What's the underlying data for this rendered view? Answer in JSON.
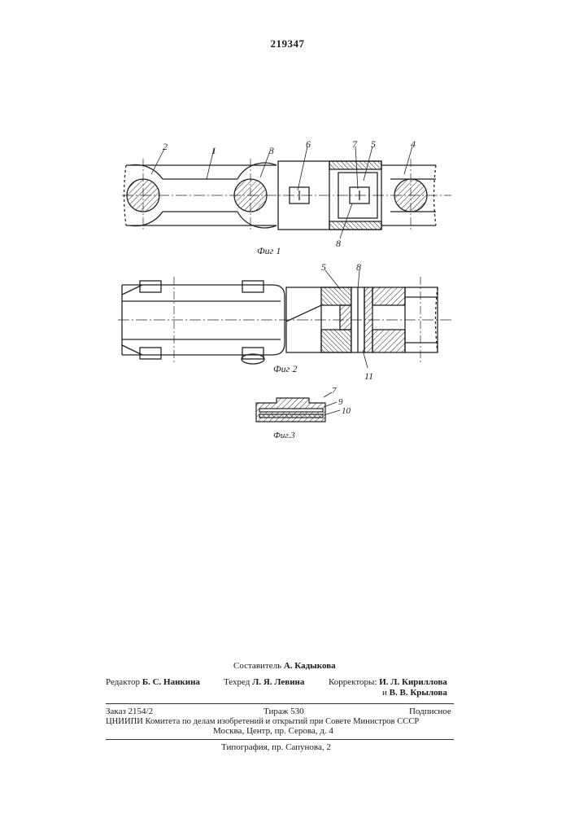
{
  "patent_number": "219347",
  "figures": {
    "fig1": {
      "caption": "Фиг 1",
      "labels": [
        "2",
        "1",
        "3",
        "6",
        "7",
        "5",
        "4",
        "8"
      ]
    },
    "fig2": {
      "caption": "Фиг 2",
      "labels": [
        "5",
        "8",
        "11"
      ]
    },
    "fig3": {
      "caption": "Фиг.3",
      "labels": [
        "7",
        "9",
        "10"
      ]
    }
  },
  "credits": {
    "compiler_label": "Составитель",
    "compiler": "А. Кадыкова",
    "editor_label": "Редактор",
    "editor": "Б. С. Нанкина",
    "techred_label": "Техред",
    "techred": "Л. Я. Левина",
    "correctors_label": "Корректоры:",
    "corrector1": "И. Л. Кириллова",
    "corrector2_prefix": "и",
    "corrector2": "В. В. Крылова",
    "order": "Заказ 2154/2",
    "circulation": "Тираж 530",
    "subscription": "Подписное",
    "institute": "ЦНИИПИ Комитета по делам изобретений и открытий при Совете Министров СССР",
    "address": "Москва, Центр, пр. Серова, д. 4",
    "printing": "Типография, пр. Сапунова, 2"
  }
}
